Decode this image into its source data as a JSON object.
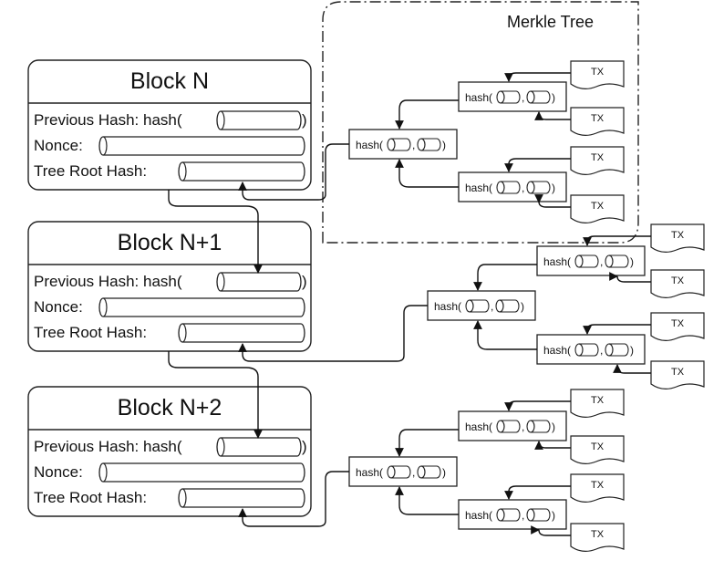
{
  "merkle_tree_label": "Merkle Tree",
  "blocks": [
    {
      "title": "Block N",
      "prev_label": "Previous Hash: hash(",
      "prev_close": ")",
      "nonce_label": "Nonce:",
      "root_label": "Tree Root Hash:"
    },
    {
      "title": "Block N+1",
      "prev_label": "Previous Hash: hash(",
      "prev_close": ")",
      "nonce_label": "Nonce:",
      "root_label": "Tree Root Hash:"
    },
    {
      "title": "Block N+2",
      "prev_label": "Previous Hash: hash(",
      "prev_close": ")",
      "nonce_label": "Nonce:",
      "root_label": "Tree Root Hash:"
    }
  ],
  "hash_node": {
    "prefix": "hash(",
    "comma": ",",
    "suffix": ")"
  },
  "tx_label": "TX",
  "trees": [
    {
      "root": "hash",
      "children": [
        "hash",
        "hash"
      ],
      "leaves": [
        "TX",
        "TX",
        "TX",
        "TX"
      ]
    },
    {
      "root": "hash",
      "children": [
        "hash",
        "hash"
      ],
      "leaves": [
        "TX",
        "TX",
        "TX",
        "TX"
      ]
    },
    {
      "root": "hash",
      "children": [
        "hash",
        "hash"
      ],
      "leaves": [
        "TX",
        "TX",
        "TX",
        "TX"
      ]
    }
  ]
}
